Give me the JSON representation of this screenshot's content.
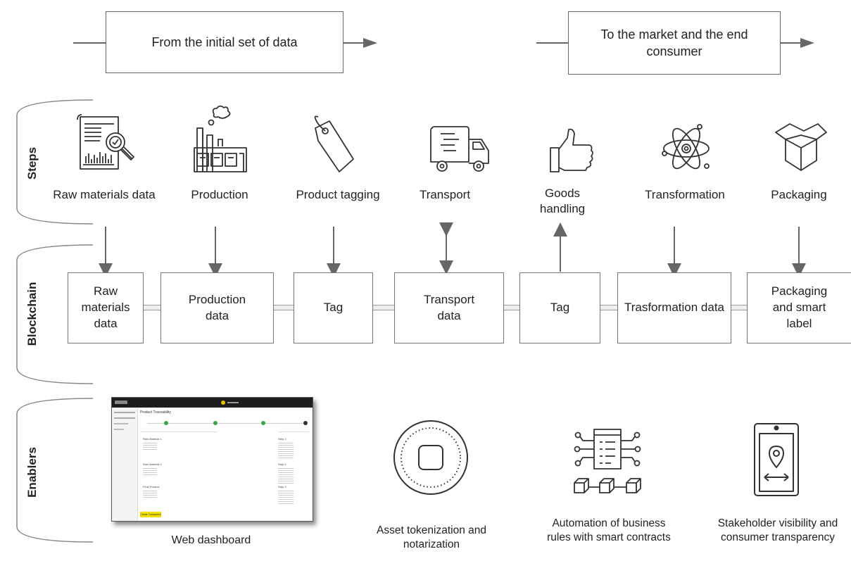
{
  "header": {
    "from_label": "From the initial set of data",
    "to_label": "To the market and the end consumer"
  },
  "sections": {
    "steps": "Steps",
    "blockchain": "Blockchain",
    "enablers": "Enablers"
  },
  "steps": [
    {
      "label": "Raw materials data",
      "icon": "document-chart-magnifier-icon"
    },
    {
      "label": "Production",
      "icon": "factory-icon"
    },
    {
      "label": "Product tagging",
      "icon": "tag-icon"
    },
    {
      "label": "Transport",
      "icon": "truck-icon"
    },
    {
      "label": "Goods handling",
      "icon": "thumbs-up-icon"
    },
    {
      "label": "Transformation",
      "icon": "atom-icon"
    },
    {
      "label": "Packaging",
      "icon": "open-box-icon"
    }
  ],
  "blockchain": [
    {
      "label": "Raw materials data"
    },
    {
      "label": "Production data"
    },
    {
      "label": "Tag"
    },
    {
      "label": "Transport data"
    },
    {
      "label": "Tag"
    },
    {
      "label": "Trasformation data"
    },
    {
      "label": "Packaging and smart label"
    }
  ],
  "enablers": [
    {
      "label": "Web dashboard",
      "icon": "dashboard-screenshot"
    },
    {
      "label": "Asset tokenization and notarization",
      "icon": "token-circle-icon"
    },
    {
      "label": "Automation of business rules with smart contracts",
      "icon": "smart-contract-icon"
    },
    {
      "label": "Stakeholder visibility and consumer transparency",
      "icon": "mobile-location-icon"
    }
  ],
  "dashboard": {
    "title": "Product Traceability",
    "button": "Create Transaction",
    "cards_left": [
      "Raw Material 1",
      "Raw Material 2",
      "Final Product"
    ],
    "cards_right": [
      "Step 1",
      "Step 2",
      "Step 3"
    ]
  }
}
